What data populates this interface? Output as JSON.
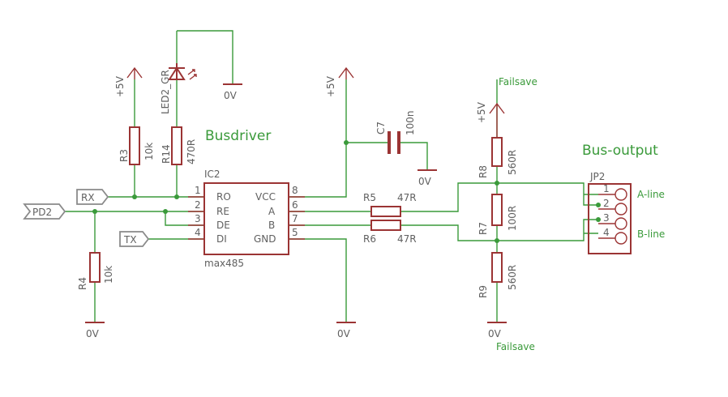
{
  "titles": {
    "busdriver": "Busdriver",
    "bus_output": "Bus-output"
  },
  "ic": {
    "ref": "IC2",
    "value": "max485",
    "left_pins": [
      {
        "num": "1",
        "name": "RO"
      },
      {
        "num": "2",
        "name": "RE"
      },
      {
        "num": "3",
        "name": "DE"
      },
      {
        "num": "4",
        "name": "DI"
      }
    ],
    "right_pins": [
      {
        "num": "8",
        "name": "VCC"
      },
      {
        "num": "6",
        "name": "A"
      },
      {
        "num": "7",
        "name": "B"
      },
      {
        "num": "5",
        "name": "GND"
      }
    ]
  },
  "ports": {
    "rx": "RX",
    "pd2": "PD2",
    "tx": "TX"
  },
  "resistors": {
    "r3": {
      "ref": "R3",
      "value": "10k"
    },
    "r14": {
      "ref": "R14",
      "value": "470R"
    },
    "r4": {
      "ref": "R4",
      "value": "10k"
    },
    "r5": {
      "ref": "R5",
      "value": "47R"
    },
    "r6": {
      "ref": "R6",
      "value": "47R"
    },
    "r8": {
      "ref": "R8",
      "value": "560R"
    },
    "r7": {
      "ref": "R7",
      "value": "100R"
    },
    "r9": {
      "ref": "R9",
      "value": "560R"
    }
  },
  "capacitor": {
    "ref": "C7",
    "value": "100n"
  },
  "led": {
    "ref": "LED2_GR"
  },
  "supplies": {
    "plus5v": "+5V",
    "gnd": "0V",
    "failsave": "Failsave"
  },
  "connector": {
    "ref": "JP2",
    "pins": [
      "1",
      "2",
      "3",
      "4"
    ],
    "a_line": "A-line",
    "b_line": "B-line"
  }
}
